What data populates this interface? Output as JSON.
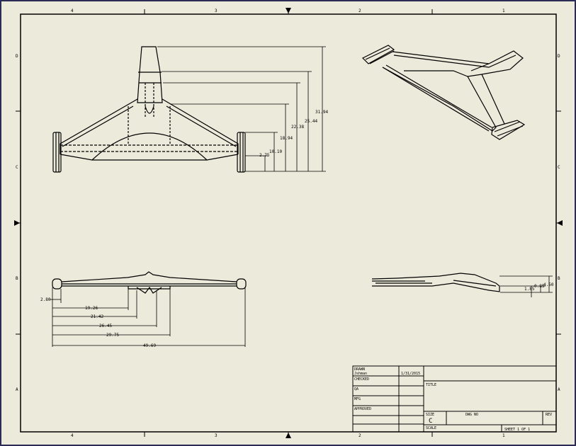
{
  "sheet": {
    "background": "#eceadb",
    "border_color": "#2b2b55",
    "zones_top": [
      "4",
      "3",
      "2",
      "1"
    ],
    "zones_bottom": [
      "4",
      "3",
      "2",
      "1"
    ],
    "zones_left": [
      "D",
      "C",
      "B",
      "A"
    ],
    "zones_right": [
      "D",
      "C",
      "B",
      "A"
    ]
  },
  "front_view": {
    "dimensions": [
      "31.94",
      "25.44",
      "22.38",
      "18.94",
      "10.10",
      "2.75"
    ]
  },
  "top_view": {
    "dimensions": [
      "2.80",
      "19.26",
      "21.42",
      "26.45",
      "29.75",
      "49.69"
    ]
  },
  "side_view": {
    "dimensions": [
      "4.50",
      "1.85",
      "0.85"
    ]
  },
  "title_block": {
    "drawn_label": "DRAWN",
    "drawn_by": "Jshman",
    "drawn_date": "1/31/2015",
    "checked_label": "CHECKED",
    "qa_label": "QA",
    "mfg_label": "MFG",
    "approved_label": "APPROVED",
    "title_label": "TITLE",
    "size_label": "SIZE",
    "size_value": "C",
    "dwg_no_label": "DWG NO",
    "rev_label": "REV",
    "scale_label": "SCALE",
    "sheet_label": "SHEET 1 OF 1"
  }
}
